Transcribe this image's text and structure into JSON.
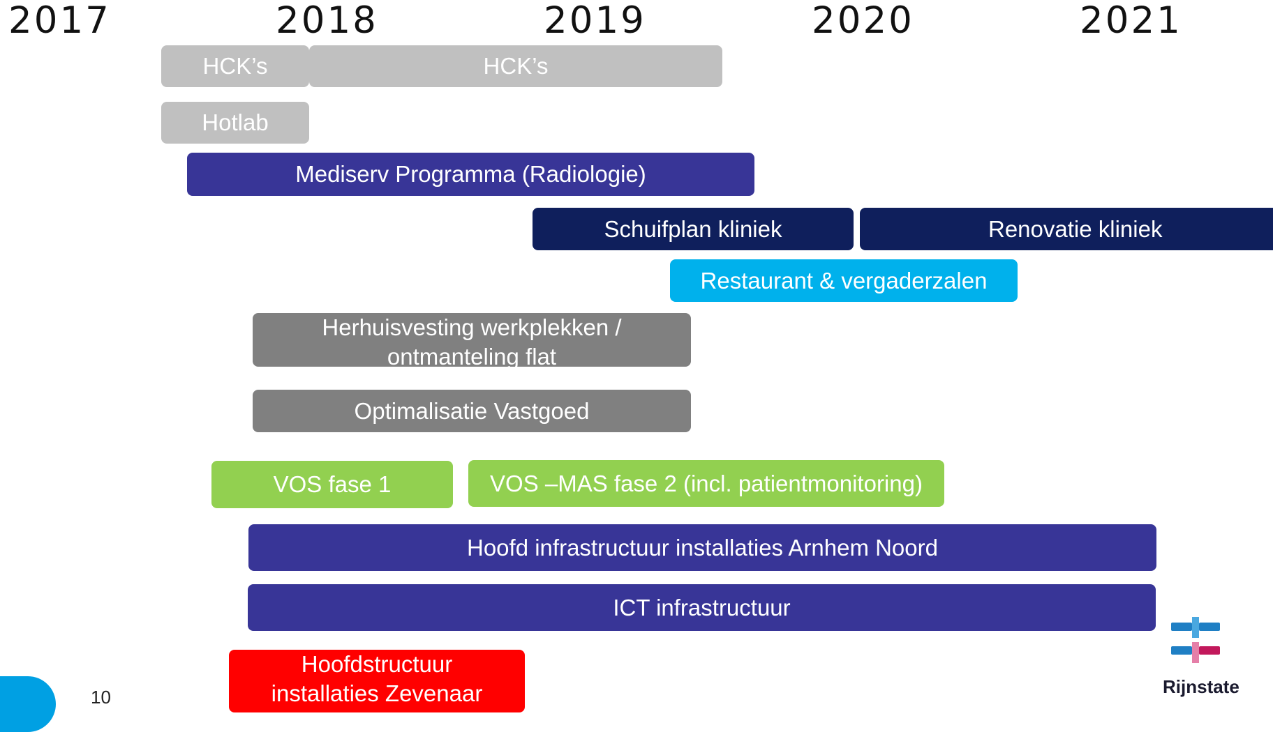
{
  "years": [
    "2017",
    "2018",
    "2019",
    "2020",
    "2021"
  ],
  "bars": {
    "hcks_1": "HCK’s",
    "hcks_2": "HCK’s",
    "hotlab": "Hotlab",
    "mediserv": "Mediserv Programma (Radiologie)",
    "schuifplan": "Schuifplan kliniek",
    "renovatie": "Renovatie kliniek",
    "restaurant": "Restaurant & vergaderzalen",
    "herhuisvesting_line1": "Herhuisvesting werkplekken /",
    "herhuisvesting_line2": "ontmanteling flat",
    "optimalisatie": "Optimalisatie Vastgoed",
    "vos_fase1": "VOS fase 1",
    "vos_mas_fase2": "VOS –MAS fase 2 (incl. patientmonitoring)",
    "hoofd_infra": "Hoofd infrastructuur installaties Arnhem Noord",
    "ict": "ICT infrastructuur",
    "hoofdstructuur_line1": "Hoofdstructuur",
    "hoofdstructuur_line2": "installaties Zevenaar"
  },
  "colors": {
    "light_gray": "#c0c0c0",
    "dark_gray": "#808080",
    "indigo": "#383597",
    "navy": "#0f1f5c",
    "sky": "#00b1ec",
    "green": "#92d050",
    "red": "#ff0000"
  },
  "footer": {
    "page_number": "10",
    "logo_text": "Rijnstate"
  }
}
